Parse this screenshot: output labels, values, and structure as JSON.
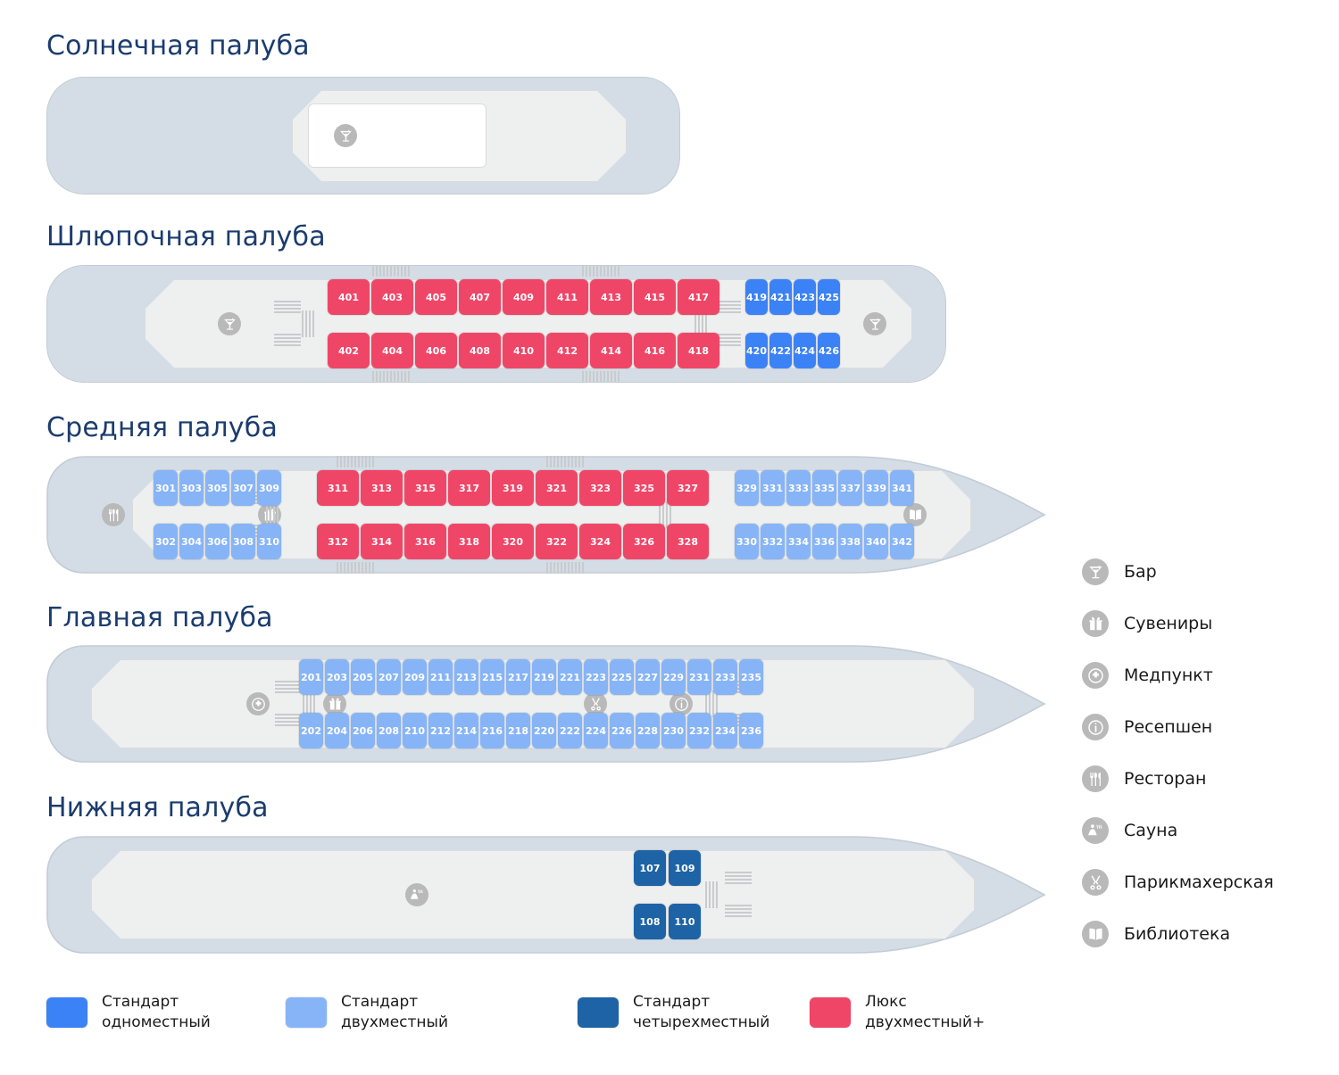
{
  "decks": [
    {
      "id": "sun",
      "title": "Солнечная палуба",
      "facilities": [
        {
          "icon": "bar-icon",
          "name": "Бар"
        }
      ],
      "cabins": []
    },
    {
      "id": "boat",
      "title": "Шлюпочная палуба",
      "facilities": [
        {
          "icon": "bar-icon",
          "name": "Бар"
        },
        {
          "icon": "bar-icon",
          "name": "Бар"
        }
      ],
      "cabins": {
        "upper_lux": [
          "401",
          "403",
          "405",
          "407",
          "409",
          "411",
          "413",
          "415",
          "417"
        ],
        "lower_lux": [
          "402",
          "404",
          "406",
          "408",
          "410",
          "412",
          "414",
          "416",
          "418"
        ],
        "upper_std1": [
          "419",
          "421",
          "423",
          "425"
        ],
        "lower_std1": [
          "420",
          "422",
          "424",
          "426"
        ]
      }
    },
    {
      "id": "middle",
      "title": "Средняя палуба",
      "facilities": [
        {
          "icon": "restaurant-icon",
          "name": "Ресторан"
        },
        {
          "icon": "gift-icon",
          "name": "Сувениры"
        },
        {
          "icon": "library-icon",
          "name": "Библиотека"
        }
      ],
      "cabins": {
        "upper_std2_fwd": [
          "301",
          "303",
          "305",
          "307",
          "309"
        ],
        "lower_std2_fwd": [
          "302",
          "304",
          "306",
          "308",
          "310"
        ],
        "upper_lux": [
          "311",
          "313",
          "315",
          "317",
          "319",
          "321",
          "323",
          "325",
          "327"
        ],
        "lower_lux": [
          "312",
          "314",
          "316",
          "318",
          "320",
          "322",
          "324",
          "326",
          "328"
        ],
        "upper_std2_aft": [
          "329",
          "331",
          "333",
          "335",
          "337",
          "339",
          "341"
        ],
        "lower_std2_aft": [
          "330",
          "332",
          "334",
          "336",
          "338",
          "340",
          "342"
        ]
      }
    },
    {
      "id": "main",
      "title": "Главная палуба",
      "facilities": [
        {
          "icon": "medical-icon",
          "name": "Медпункт"
        },
        {
          "icon": "gift-icon",
          "name": "Сувениры"
        },
        {
          "icon": "hairdresser-icon",
          "name": "Парикмахерская"
        },
        {
          "icon": "reception-icon",
          "name": "Ресепшен"
        }
      ],
      "cabins": {
        "upper_std2": [
          "201",
          "203",
          "205",
          "207",
          "209",
          "211",
          "213",
          "215",
          "217",
          "219",
          "221",
          "223",
          "225",
          "227",
          "229",
          "231",
          "233",
          "235"
        ],
        "lower_std2": [
          "202",
          "204",
          "206",
          "208",
          "210",
          "212",
          "214",
          "216",
          "218",
          "220",
          "222",
          "224",
          "226",
          "228",
          "230",
          "232",
          "234",
          "236"
        ]
      }
    },
    {
      "id": "lower",
      "title": "Нижняя палуба",
      "facilities": [
        {
          "icon": "sauna-icon",
          "name": "Сауна"
        }
      ],
      "cabins": {
        "upper_std4": [
          "107",
          "109"
        ],
        "lower_std4": [
          "108",
          "110"
        ]
      }
    }
  ],
  "facility_legend": {
    "items": [
      {
        "icon": "bar-icon",
        "label": "Бар"
      },
      {
        "icon": "gift-icon",
        "label": "Сувениры"
      },
      {
        "icon": "medical-icon",
        "label": "Медпункт"
      },
      {
        "icon": "reception-icon",
        "label": "Ресепшен"
      },
      {
        "icon": "restaurant-icon",
        "label": "Ресторан"
      },
      {
        "icon": "sauna-icon",
        "label": "Сауна"
      },
      {
        "icon": "hairdresser-icon",
        "label": "Парикмахерская"
      },
      {
        "icon": "library-icon",
        "label": "Библиотека"
      }
    ]
  },
  "type_legend": {
    "items": [
      {
        "color": "#3b82f6",
        "line1": "Стандарт",
        "line2": "одноместный"
      },
      {
        "color": "#86b4f7",
        "line1": "Стандарт",
        "line2": "двухместный"
      },
      {
        "color": "#1d63a5",
        "line1": "Стандарт",
        "line2": "четырехместный"
      },
      {
        "color": "#ef4667",
        "line1": "Люкс",
        "line2": "двухместный+"
      }
    ]
  },
  "colors": {
    "title": "#1b3c6e",
    "hull": "#d4dde6",
    "deck_plate": "#eeefef",
    "facility_circle": "#b9b9b9",
    "std_single": "#3b82f6",
    "std_double": "#86b4f7",
    "std_quad": "#1d63a5",
    "lux_double": "#ef4667"
  }
}
